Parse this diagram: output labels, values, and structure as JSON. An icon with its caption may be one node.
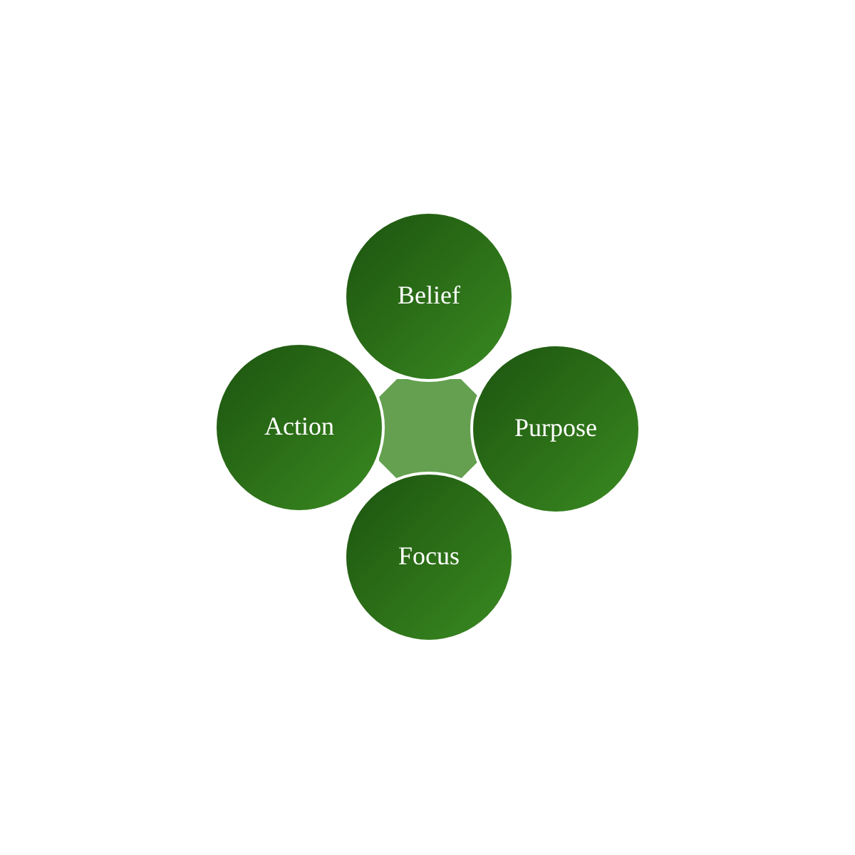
{
  "diagram": {
    "nodes": [
      {
        "text": [
          "Belief"
        ]
      },
      {
        "text": [
          "Action"
        ]
      },
      {
        "text": [],
        "shape": "octagon"
      },
      {
        "text": [
          "Purpose"
        ]
      },
      {
        "text": [
          "Focus"
        ]
      }
    ]
  }
}
